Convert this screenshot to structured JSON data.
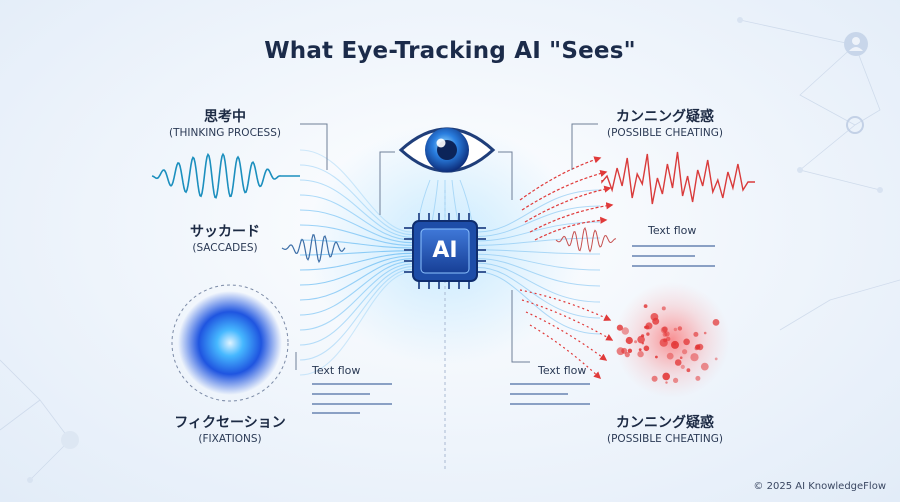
{
  "title": "What Eye-Tracking AI \"Sees\"",
  "chip_label": "AI",
  "left": {
    "thinking": {
      "jp": "思考中",
      "en": "(THINKING PROCESS)"
    },
    "saccades": {
      "jp": "サッカード",
      "en": "(SACCADES)"
    },
    "fixations": {
      "jp": "フィクセーション",
      "en": "(FIXATIONS)"
    },
    "text_flow": "Text flow"
  },
  "right": {
    "cheating_top": {
      "jp": "カンニング疑惑",
      "en": "(POSSIBLE CHEATING)"
    },
    "cheating_bottom": {
      "jp": "カンニング疑惑",
      "en": "(POSSIBLE CHEATING)"
    },
    "text_flow_top": "Text flow",
    "text_flow_bottom": "Text flow"
  },
  "footer": {
    "copyright": "© 2025 AI KnowledgeFlow"
  },
  "colors": {
    "accent_blue": "#2f7fe0",
    "alert_red": "#e03a3a",
    "dark_navy": "#1b2b4a"
  }
}
